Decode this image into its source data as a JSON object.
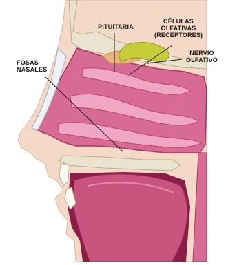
{
  "labels": {
    "pituitaria": "PITUITARIA",
    "celulas_line1": "CÉLULAS",
    "celulas_line2": "OLFATIVAS",
    "celulas_line3": "(RECEPTORES)",
    "nervio_line1": "NERVIO",
    "nervio_line2": "OLFATIVO",
    "fosas_line1": "FOSAS",
    "fosas_line2": "NASALES"
  },
  "colors": {
    "skin": "#f3d9c6",
    "cavity": "#d86b94",
    "cavity_dark": "#b8406d",
    "mucosa_light": "#f0a8c2",
    "bone": "#e9e3cf",
    "nerve": "#c7cc39",
    "tongue": "#c9557f",
    "throat": "#8a1e47"
  }
}
